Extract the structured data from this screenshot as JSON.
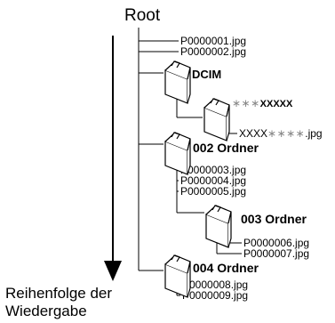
{
  "diagram": {
    "root_label": "Root",
    "playback_order_label": [
      "Reihenfolge der",
      "Wiedergabe"
    ],
    "root_files": [
      "P0000001.jpg",
      "P0000002.jpg"
    ],
    "dcim": {
      "label": "DCIM",
      "subfolder": {
        "star_prefix": "∗∗∗",
        "name_bold": "XXXXX"
      },
      "file": {
        "prefix": "XXXX",
        "stars": "∗∗∗∗",
        "ext": ".jpg"
      }
    },
    "folder_002": {
      "label": "002 Ordner",
      "files": [
        "P0000003.jpg",
        "P0000004.jpg",
        "P0000005.jpg"
      ],
      "subfolder": {
        "label": "003 Ordner",
        "files": [
          "P0000006.jpg",
          "P0000007.jpg"
        ]
      }
    },
    "folder_004": {
      "label": "004 Ordner",
      "files": [
        "P0000008.jpg",
        "P0000009.jpg"
      ]
    }
  }
}
